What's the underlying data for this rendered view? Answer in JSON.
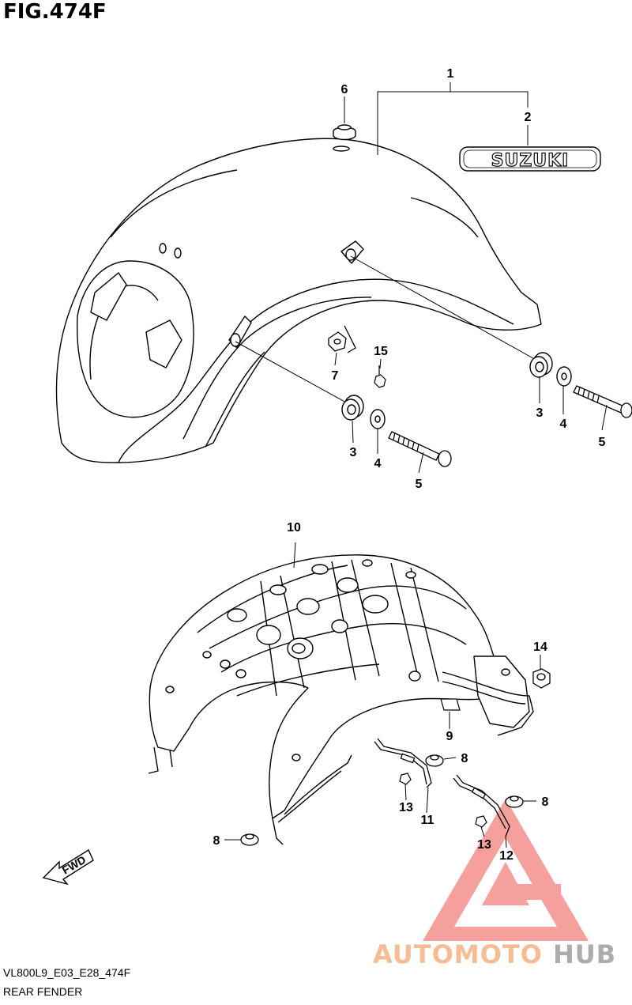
{
  "figure": {
    "title": "FIG.474F"
  },
  "callouts": {
    "c1": "1",
    "c2": "2",
    "c3a": "3",
    "c3b": "3",
    "c4a": "4",
    "c4b": "4",
    "c5a": "5",
    "c5b": "5",
    "c6": "6",
    "c7": "7",
    "c8a": "8",
    "c8b": "8",
    "c8c": "8",
    "c9": "9",
    "c10": "10",
    "c11": "11",
    "c12": "12",
    "c13a": "13",
    "c13b": "13",
    "c14": "14",
    "c15": "15"
  },
  "emblem": {
    "text": "SUZUKI"
  },
  "direction": {
    "text": "FWD"
  },
  "caption": {
    "code": "VL800L9_E03_E28_474F",
    "name": "REAR FENDER"
  },
  "watermark": {
    "part1": "AUTOMOTO",
    "part2": "HUB",
    "color1": "#f4b183",
    "color2": "#9e9e9e",
    "logo_color": "#ef5350"
  }
}
